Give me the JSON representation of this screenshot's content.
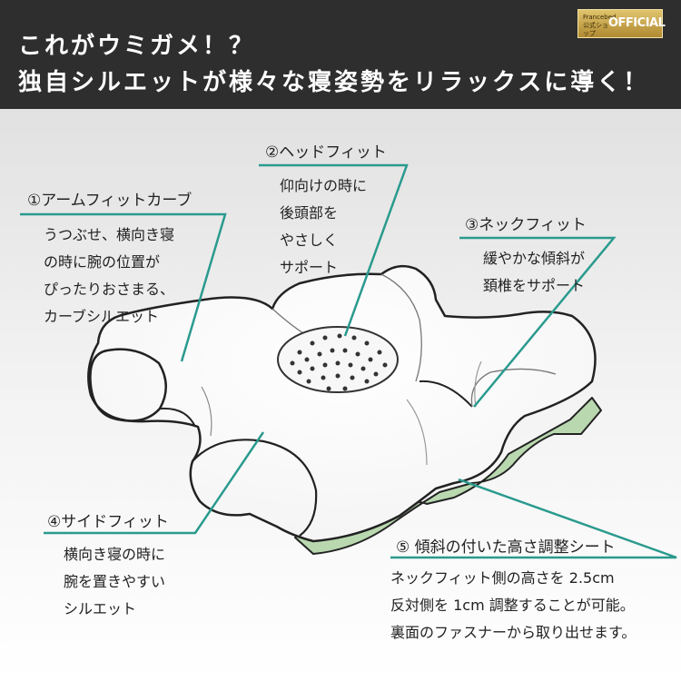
{
  "header": {
    "line1": "これがウミガメ！？",
    "line2": "独自シルエットが様々な寝姿勢をリラックスに導く！",
    "badge_small": "Francebed公式ショップ",
    "badge_main": "OFFICIAL"
  },
  "callouts": [
    {
      "label": "①アームフィットカーブ",
      "desc": [
        "うつぶせ、横向き寝",
        "の時に腕の位置が",
        "ぴったりおさまる、",
        "カーブシルエット"
      ]
    },
    {
      "label": "②ヘッドフィット",
      "desc": [
        "仰向けの時に",
        "後頭部を",
        "やさしく",
        "サポート"
      ]
    },
    {
      "label": "③ネックフィット",
      "desc": [
        "緩やかな傾斜が",
        "頚椎をサポート"
      ]
    },
    {
      "label": "④サイドフィット",
      "desc": [
        "横向き寝の時に",
        "腕を置きやすい",
        "シルエット"
      ]
    },
    {
      "label": "⑤ 傾斜の付いた高さ調整シート",
      "desc": [
        "ネックフィット側の高さを 2.5cm",
        "反対側を 1cm 調整することが可能。",
        "裏面のファスナーから取り出せます。"
      ]
    }
  ],
  "colors": {
    "header_bg": "#2e2e2e",
    "leader_line": "#2a9a8e",
    "sheet": "#b9d8b0"
  }
}
